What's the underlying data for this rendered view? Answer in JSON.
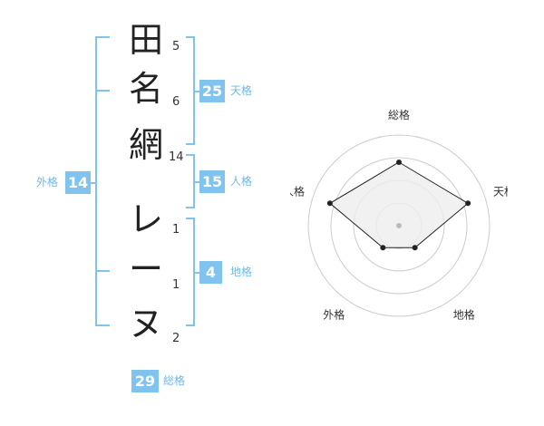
{
  "name_chars": [
    {
      "char": "田",
      "strokes": "5"
    },
    {
      "char": "名",
      "strokes": "6"
    },
    {
      "char": "網",
      "strokes": "14"
    },
    {
      "char": "レ",
      "strokes": "1"
    },
    {
      "char": "ー",
      "strokes": "1"
    },
    {
      "char": "ヌ",
      "strokes": "2"
    }
  ],
  "kakusu": {
    "tenkaku": {
      "value": "25",
      "label": "天格"
    },
    "jinkaku": {
      "value": "15",
      "label": "人格"
    },
    "chikaku": {
      "value": "4",
      "label": "地格"
    },
    "gaikaku": {
      "value": "14",
      "label": "外格"
    },
    "soukaku": {
      "value": "29",
      "label": "総格"
    }
  },
  "radar": {
    "axes": [
      "総格",
      "天格",
      "地格",
      "外格",
      "人格"
    ],
    "values": [
      0.7,
      0.8,
      0.3,
      0.3,
      0.8
    ],
    "rings": 4,
    "colors": {
      "ring": "#cccccc",
      "fill": "#eeeeee",
      "line": "#222222",
      "point": "#222222",
      "center": "#bbbbbb"
    }
  },
  "colors": {
    "accent": "#7fc3ee"
  }
}
